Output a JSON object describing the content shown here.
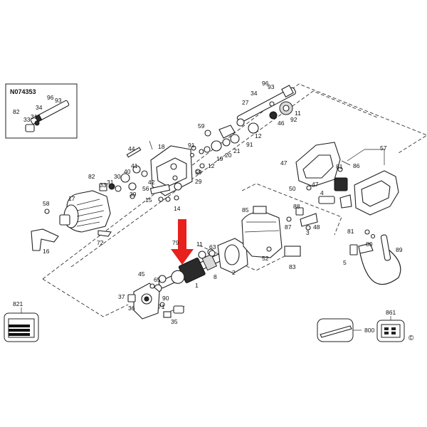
{
  "inset": {
    "code": "N074353",
    "labels": [
      "82",
      "33",
      "31",
      "34",
      "96",
      "93"
    ]
  },
  "parts": {
    "p1": "1",
    "p2": "2",
    "p3": "3",
    "p4": "4",
    "p5": "5",
    "p8": "8",
    "p11a": "11",
    "p11b": "11",
    "p12a": "12",
    "p12b": "12",
    "p14": "14",
    "p15": "15",
    "p16": "16",
    "p17": "17",
    "p18": "18",
    "p19": "19",
    "p20": "20",
    "p21": "21",
    "p27": "27",
    "p29": "29",
    "p30": "30",
    "p31": "31",
    "p33": "33",
    "p34": "34",
    "p35": "35",
    "p36": "36",
    "p37": "37",
    "p39": "39",
    "p40": "40",
    "p41": "41",
    "p42": "42",
    "p44": "44",
    "p45": "45",
    "p46": "46",
    "p47a": "47",
    "p47b": "47",
    "p48": "48",
    "p50": "50",
    "p52": "52",
    "p56": "56",
    "p57": "57",
    "p58": "58",
    "p59a": "59",
    "p59b": "59",
    "p63": "63",
    "p65": "65",
    "p71": "71",
    "p72": "72",
    "p79": "79",
    "p80": "80",
    "p81a": "81",
    "p81b": "81",
    "p82": "82",
    "p83": "83",
    "p85": "85",
    "p86": "86",
    "p87": "87",
    "p88": "88",
    "p89": "89",
    "p90": "90",
    "p91a": "91",
    "p91b": "91",
    "p92": "92",
    "p93": "93",
    "p96": "96"
  },
  "callouts": {
    "c821": "821",
    "c800": "800",
    "c861": "861"
  },
  "copyright": "©",
  "highlight": {
    "target_part": "1",
    "arrow_color": "#e8211d"
  }
}
